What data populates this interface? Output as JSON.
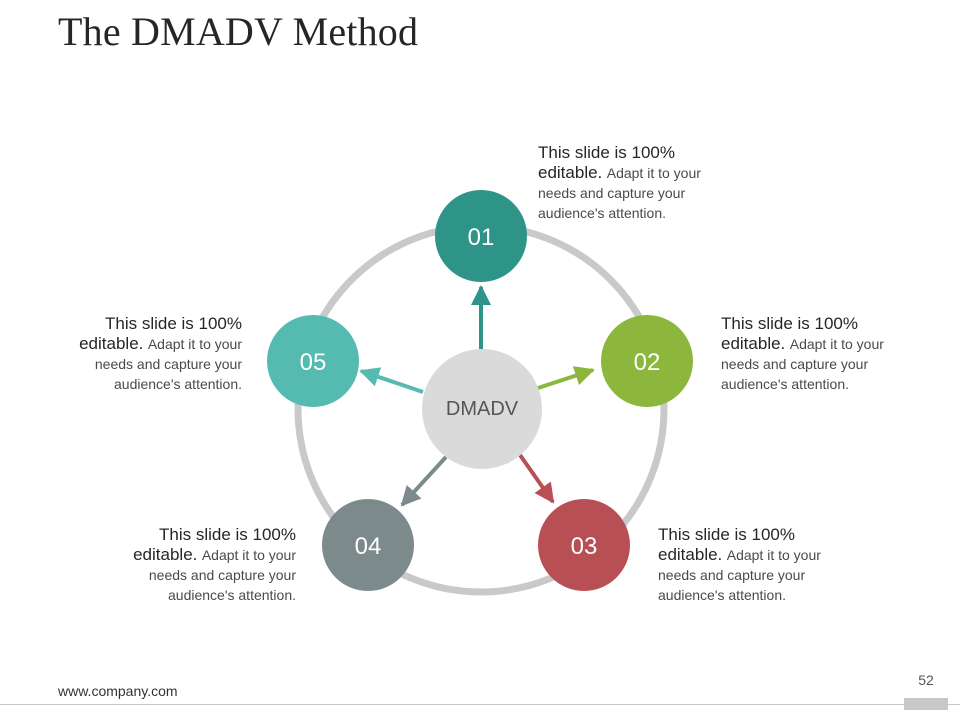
{
  "title": "The DMADV Method",
  "center_label": "DMADV",
  "steps": [
    {
      "number": "01",
      "lead": "This slide is 100% editable.",
      "rest": "Adapt it to your needs and capture your audience's attention.",
      "color": "#2e9488"
    },
    {
      "number": "02",
      "lead": "This slide is 100% editable.",
      "rest": "Adapt it to your needs and capture your audience's attention.",
      "color": "#8cb63c"
    },
    {
      "number": "03",
      "lead": "This slide is 100% editable.",
      "rest": "Adapt it to your needs and capture your audience's attention.",
      "color": "#b84f55"
    },
    {
      "number": "04",
      "lead": "This slide is 100% editable.",
      "rest": "Adapt it to your needs and capture your audience's attention.",
      "color": "#7d8a8c"
    },
    {
      "number": "05",
      "lead": "This slide is 100% editable.",
      "rest": "Adapt it to your needs and capture your audience's attention.",
      "color": "#55bab0"
    }
  ],
  "colors": {
    "ring": "#c9c9c9",
    "center": "#dadada",
    "center_text": "#555555",
    "node_text": "#ffffff"
  },
  "footer": {
    "url": "www.company.com",
    "page": "52"
  }
}
